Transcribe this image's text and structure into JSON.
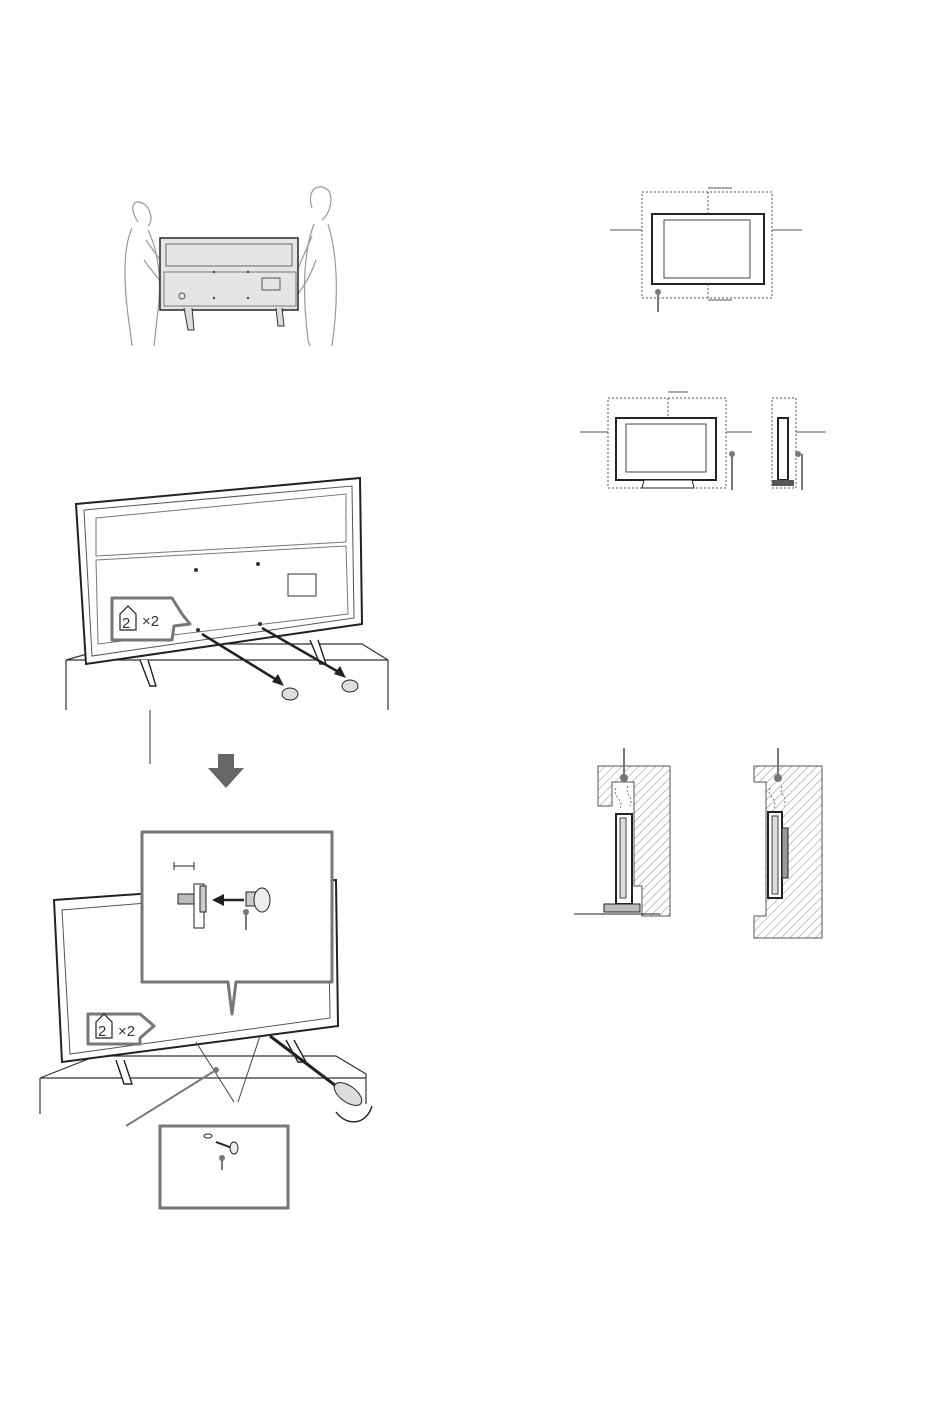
{
  "figures": {
    "carry_tv": {},
    "install_screws": {
      "badge_number": "2",
      "badge_multiplier": "×2"
    },
    "attach_strap": {
      "badge_number": "2",
      "badge_multiplier": "×2"
    },
    "ventilation_wall_mount": {},
    "ventilation_stand": {},
    "airflow_blocked": {}
  }
}
